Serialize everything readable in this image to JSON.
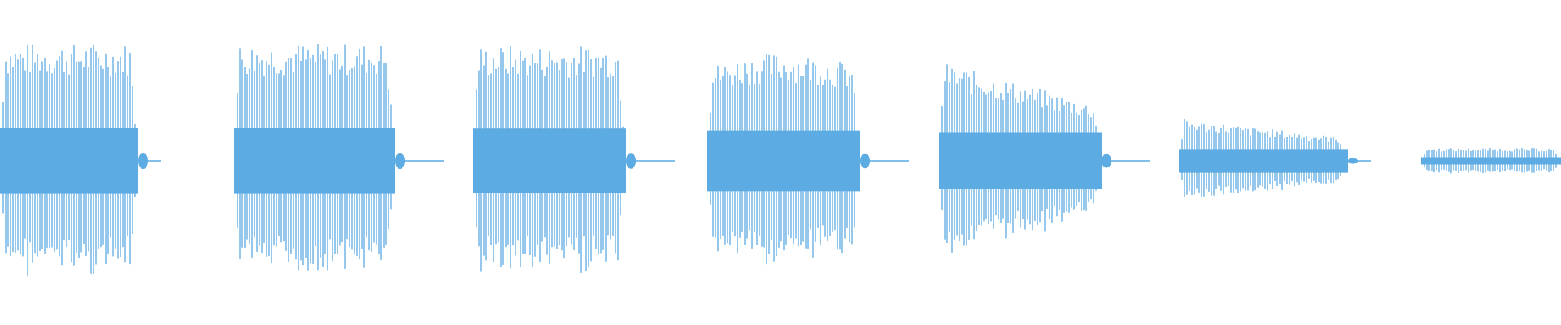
{
  "colors": {
    "background": "#ffffff",
    "waveform": "#5DABE3"
  },
  "waveform": {
    "bursts": [
      {
        "amplitude": 1.0,
        "shape": "flat",
        "tail": "short"
      },
      {
        "amplitude": 1.0,
        "shape": "flat",
        "tail": "long"
      },
      {
        "amplitude": 0.98,
        "shape": "flat",
        "tail": "long"
      },
      {
        "amplitude": 0.92,
        "shape": "rounded",
        "tail": "long"
      },
      {
        "amplitude": 0.85,
        "shape": "decay",
        "tail": "long"
      },
      {
        "amplitude": 0.36,
        "shape": "decay",
        "tail": "short"
      },
      {
        "amplitude": 0.11,
        "shape": "flat",
        "tail": "none"
      }
    ]
  }
}
